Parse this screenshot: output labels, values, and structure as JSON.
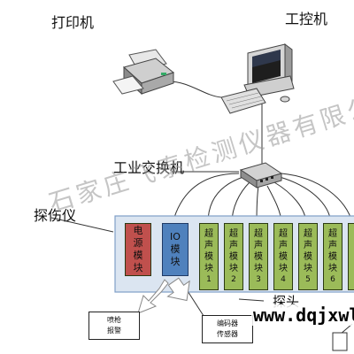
{
  "labels": {
    "printer": "打印机",
    "computer": "工控机",
    "switch": "工业交换机",
    "detector": "探伤仪",
    "probe": "探头"
  },
  "modules": {
    "power": [
      "电",
      "源",
      "模",
      "块"
    ],
    "io": [
      "IO",
      "模",
      "块"
    ],
    "ultrasonic": [
      {
        "chars": [
          "超",
          "声",
          "模",
          "块"
        ],
        "num": "1"
      },
      {
        "chars": [
          "超",
          "声",
          "模",
          "块"
        ],
        "num": "2"
      },
      {
        "chars": [
          "超",
          "声",
          "模",
          "块"
        ],
        "num": "3"
      },
      {
        "chars": [
          "超",
          "声",
          "模",
          "块"
        ],
        "num": "4"
      },
      {
        "chars": [
          "超",
          "声",
          "模",
          "块"
        ],
        "num": "5"
      },
      {
        "chars": [
          "超",
          "声",
          "模",
          "块"
        ],
        "num": "6"
      }
    ]
  },
  "outputs": {
    "alarm": [
      "喷枪",
      "报警"
    ],
    "encoder": [
      "编码器",
      "传感器"
    ]
  },
  "watermark": "石家庄飞泰检测仪器有限公司",
  "url_overlay": "www.dqjxwl",
  "colors": {
    "power_module": "#c0504d",
    "io_module": "#4f81bd",
    "ultrasonic_module": "#9bbb59",
    "detector_body": "#dbe5f1",
    "detector_border": "#7f9fc8"
  }
}
